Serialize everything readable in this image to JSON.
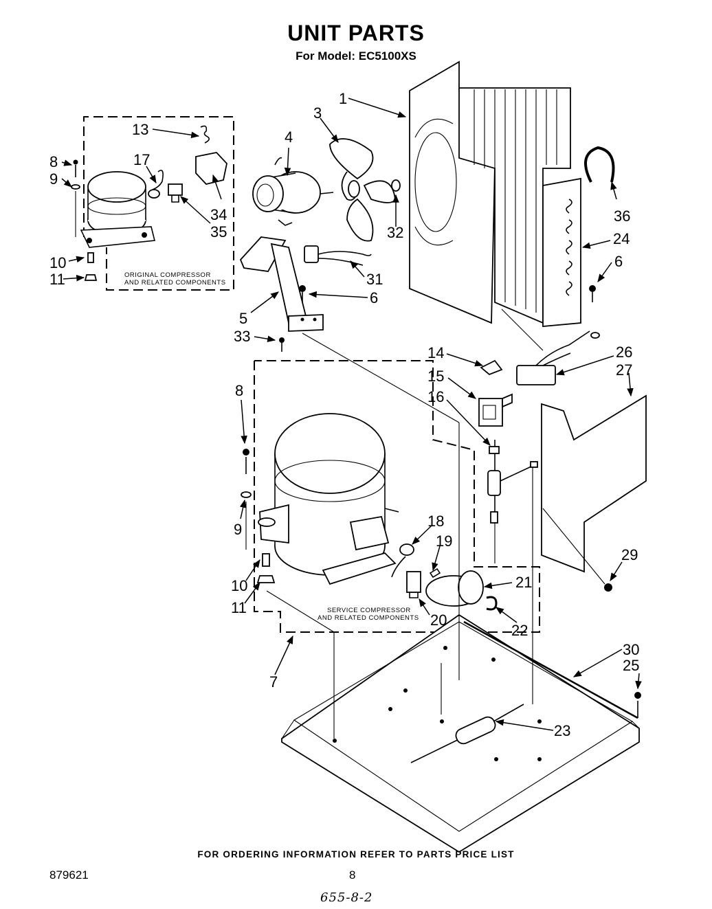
{
  "title": "UNIT PARTS",
  "subtitle": "For Model: EC5100XS",
  "footer_note": "FOR ORDERING INFORMATION REFER TO PARTS PRICE LIST",
  "document_number": "879621",
  "page_number": "8",
  "handwritten_note": "655-8-2",
  "captions": {
    "original_line1": "ORIGINAL COMPRESSOR",
    "original_line2": "AND RELATED COMPONENTS",
    "service_line1": "SERVICE COMPRESSOR",
    "service_line2": "AND RELATED COMPONENTS"
  },
  "callouts": [
    {
      "label": "1"
    },
    {
      "label": "3"
    },
    {
      "label": "4"
    },
    {
      "label": "13"
    },
    {
      "label": "8"
    },
    {
      "label": "9"
    },
    {
      "label": "17"
    },
    {
      "label": "34"
    },
    {
      "label": "35"
    },
    {
      "label": "10"
    },
    {
      "label": "11"
    },
    {
      "label": "32"
    },
    {
      "label": "36"
    },
    {
      "label": "24"
    },
    {
      "label": "6"
    },
    {
      "label": "31"
    },
    {
      "label": "6"
    },
    {
      "label": "5"
    },
    {
      "label": "33"
    },
    {
      "label": "14"
    },
    {
      "label": "26"
    },
    {
      "label": "15"
    },
    {
      "label": "27"
    },
    {
      "label": "16"
    },
    {
      "label": "8"
    },
    {
      "label": "18"
    },
    {
      "label": "19"
    },
    {
      "label": "9"
    },
    {
      "label": "21"
    },
    {
      "label": "10"
    },
    {
      "label": "11"
    },
    {
      "label": "20"
    },
    {
      "label": "22"
    },
    {
      "label": "29"
    },
    {
      "label": "7"
    },
    {
      "label": "30"
    },
    {
      "label": "25"
    },
    {
      "label": "23"
    }
  ]
}
